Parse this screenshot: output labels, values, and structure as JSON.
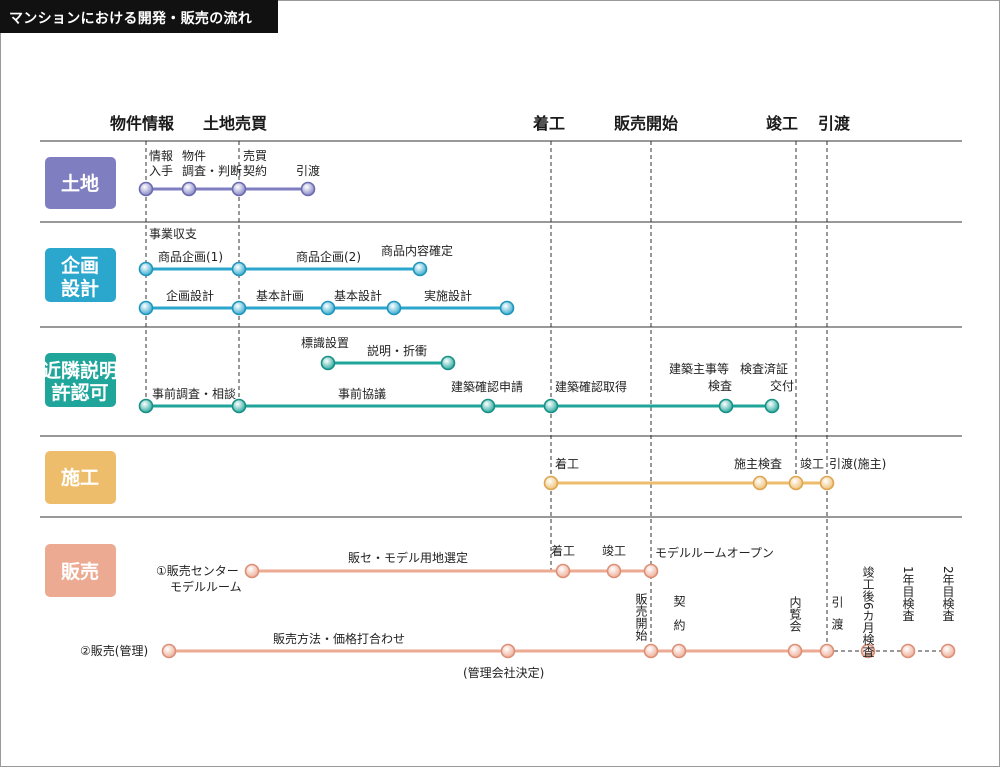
{
  "title": "マンションにおける開発・販売の流れ",
  "milestones": [
    "物件情報",
    "土地売買",
    "着工",
    "販売開始",
    "竣工",
    "引渡"
  ],
  "categories": {
    "land": "土地",
    "planning": [
      "企画",
      "設計"
    ],
    "permit": [
      "近隣説明",
      "許認可"
    ],
    "construction": "施工",
    "sales": "販売"
  },
  "land_row": {
    "info_intake": [
      "情報",
      "入手"
    ],
    "survey_judgement": [
      "物件",
      "調査・判断"
    ],
    "sale_contract": [
      "売買",
      "契約"
    ],
    "handover": "引渡"
  },
  "planning_row": {
    "business_balance": "事業収支",
    "product_plan_1": "商品企画(1)",
    "product_plan_2": "商品企画(2)",
    "product_fixed": "商品内容確定",
    "plan_design": "企画設計",
    "basic_plan": "基本計画",
    "basic_design": "基本設計",
    "detail_design": "実施設計"
  },
  "permit_row": {
    "sign_install": "標識設置",
    "explain_negotiate": "説明・折衝",
    "pre_survey": "事前調査・相談",
    "pre_consult": "事前協議",
    "confirm_apply": "建築確認申請",
    "confirm_obtain": "建築確認取得",
    "owner_inspection": [
      "建築主事等",
      "検査"
    ],
    "certificate": [
      "検査済証",
      "交付"
    ]
  },
  "construction_row": {
    "start": "着工",
    "owner_check": "施主検査",
    "complete": "竣工",
    "handover": "引渡(施主)"
  },
  "sales_row": {
    "center_label": [
      "①販売センター",
      "モデルルーム"
    ],
    "site_select": "販セ・モデル用地選定",
    "start": "着工",
    "complete": "竣工",
    "model_open": "モデルルームオープン",
    "sales_label": "②販売(管理)",
    "method_meeting": "販売方法・価格打合わせ",
    "mgmt_decided": "(管理会社決定)",
    "sales_start_v": "販売開始",
    "contract_v": "契約",
    "preview_v": "内覧会",
    "handover_v": "引渡",
    "insp6_v": "竣工後6カ月検査",
    "insp1_v": "1年目検査",
    "insp2_v": "2年目検査"
  },
  "colors": {
    "land": "#7e7ec0",
    "planning": "#2ba6cc",
    "permit": "#1fa59a",
    "construction": "#eebd6c",
    "sales": "#ecaa92"
  }
}
